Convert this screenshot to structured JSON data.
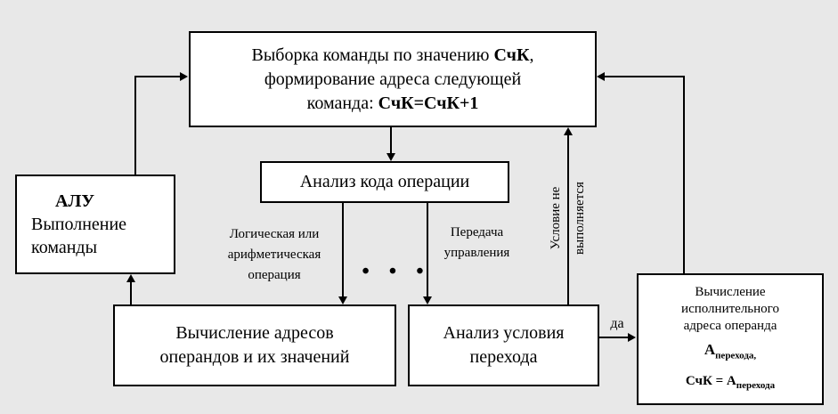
{
  "colors": {
    "background": "#e8e8e8",
    "box_fill": "#ffffff",
    "line": "#000000"
  },
  "boxes": {
    "fetch": {
      "line1_pre": "Выборка команды по значению ",
      "line1_bold": "СчК",
      "line1_post": ",",
      "line2": "формирование адреса следующей",
      "line3_pre": "команда: ",
      "line3_bold": "СчК=СчК+1"
    },
    "decode": {
      "label": "Анализ кода операции"
    },
    "alu": {
      "title": "АЛУ",
      "line2": "Выполнение",
      "line3": "команды"
    },
    "operands": {
      "line1": "Вычисление адресов",
      "line2": "операндов и их значений"
    },
    "condition": {
      "line1": "Анализ условия",
      "line2": "перехода"
    },
    "jump": {
      "line1": "Вычисление",
      "line2": "исполнительного",
      "line3": "адреса операнда",
      "line4_main": "А",
      "line4_sub": "перехода,",
      "line5_pre": "СчК = ",
      "line5_main": "А",
      "line5_sub": "перехода"
    }
  },
  "edge_labels": {
    "logic_line1": "Логическая или",
    "logic_line2": "арифметическая",
    "logic_line3": "операция",
    "control_line1": "Передача",
    "control_line2": "управления",
    "dots": "• • •",
    "cond_line1": "Условие не",
    "cond_line2": "выполняется",
    "yes": "да"
  }
}
